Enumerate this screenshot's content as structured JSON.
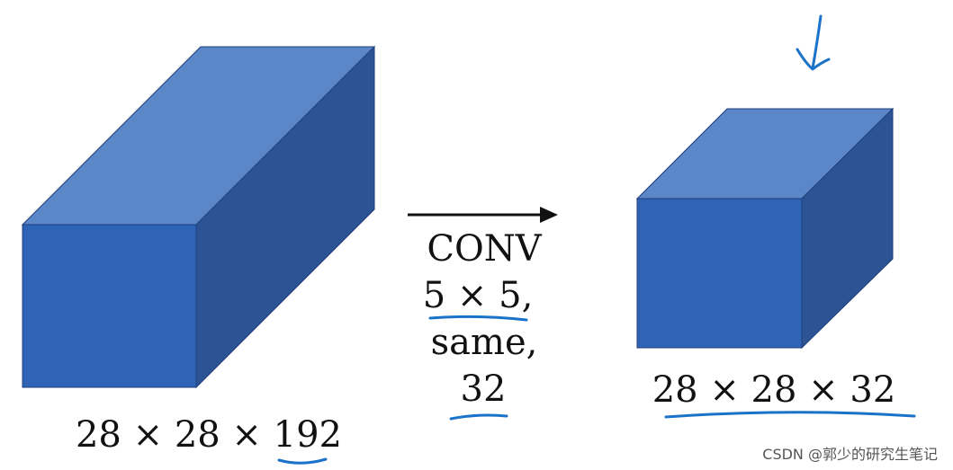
{
  "input_volume": {
    "dims_label": "28 × 28 × 192"
  },
  "conv_op": {
    "line1": "CONV",
    "line2": "5 × 5,",
    "line3": "same,",
    "line4": "32"
  },
  "output_volume": {
    "dims_label": "28 × 28 × 32"
  },
  "watermark": "CSDN @郭少的研究生笔记",
  "colors": {
    "front": "#2f63b5",
    "top": "#5b86c8",
    "side": "#2c5494",
    "edge": "#1f3f7a",
    "annotation": "#1a73c9",
    "text": "#111111"
  }
}
